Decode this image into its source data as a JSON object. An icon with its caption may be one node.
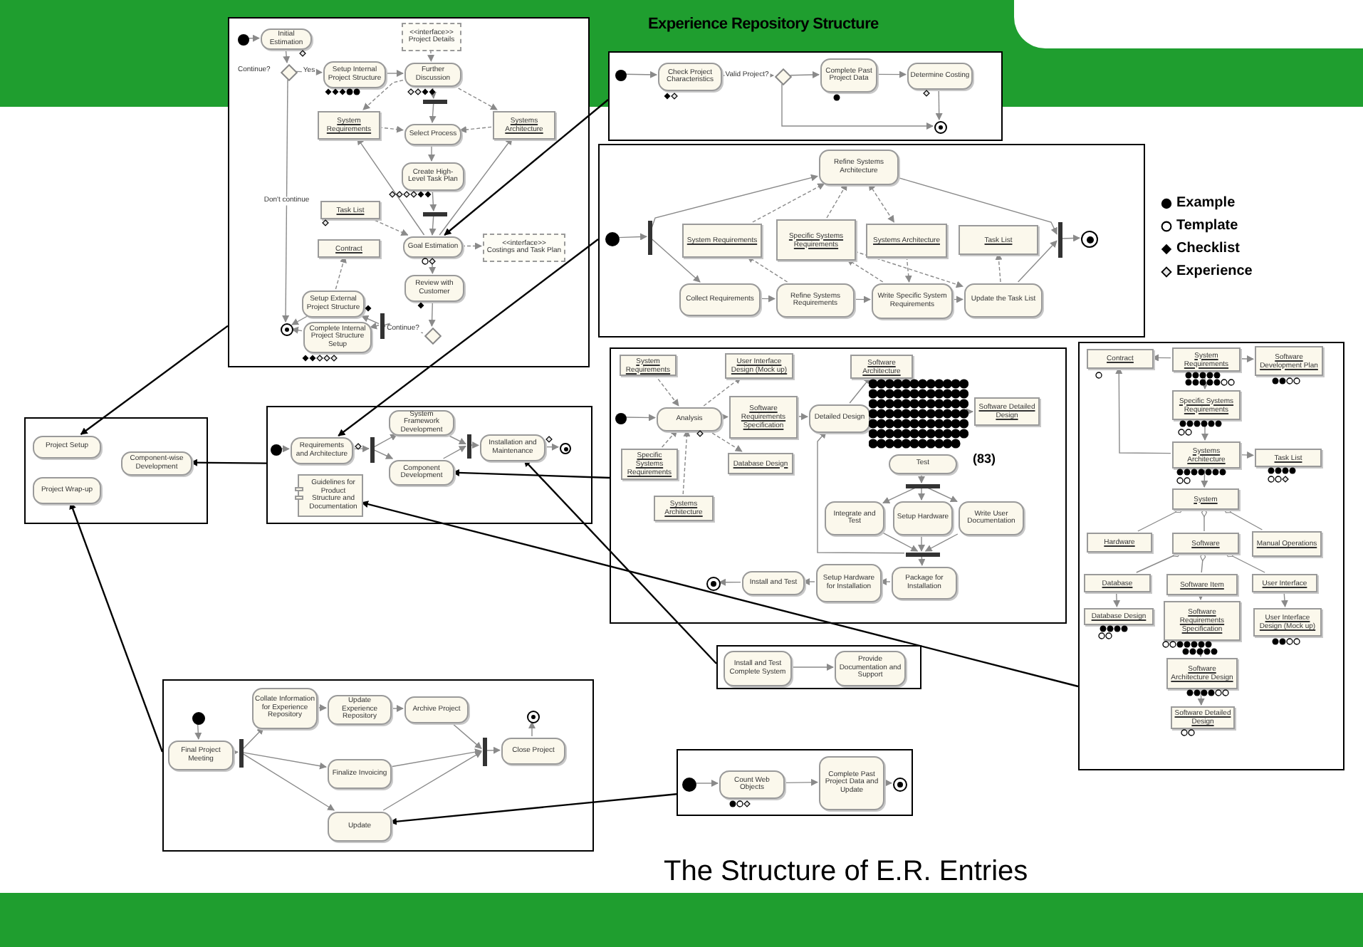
{
  "diagram": {
    "title": "Experience Repository Structure",
    "caption": "The Structure of E.R. Entries",
    "nodes": [
      {
        "text": [],
        "shape": "box"
      },
      {
        "text": [],
        "shape": "circle",
        "in": 0
      },
      {
        "text": [
          "Initial Estimation"
        ],
        "in": 0
      },
      {
        "text": [],
        "shape": "diamond",
        "in": 0,
        "beside": [
          "Continue?"
        ]
      },
      {
        "text": [
          "Setup Internal Project Structure"
        ],
        "in": 0
      },
      {
        "text": [
          "<<interface>>",
          "Project Details"
        ],
        "in": 0
      },
      {
        "text": [
          "Further Discussion"
        ],
        "in": 0
      },
      {
        "text": [],
        "shape": "bar",
        "in": 0
      },
      {
        "text": [
          "System Requirements"
        ],
        "in": 0
      },
      {
        "text": [
          "Select Process"
        ],
        "in": 0
      },
      {
        "text": [
          "Systems Architecture"
        ],
        "in": 0
      },
      {
        "text": [
          "Create High-Level Task Plan"
        ],
        "in": 0
      },
      {
        "text": [],
        "shape": "bar",
        "in": 0
      },
      {
        "text": [
          "Task List"
        ],
        "in": 0
      },
      {
        "text": [
          "Goal Estimation"
        ],
        "in": 0
      },
      {
        "text": [
          "<<interface>>",
          "Costings and Task Plan"
        ],
        "in": 0
      },
      {
        "text": [
          "Contract"
        ],
        "in": 0
      },
      {
        "text": [
          "Review with Customer"
        ],
        "in": 0
      },
      {
        "text": [
          "Setup External Project Structure"
        ],
        "in": 0
      },
      {
        "text": [],
        "shape": "circle",
        "in": 0
      },
      {
        "text": [
          "Complete Internal Project Structure Setup"
        ],
        "in": 0
      },
      {
        "text": [],
        "shape": "bar",
        "in": 0
      },
      {
        "text": [],
        "shape": "diamond",
        "in": 0
      },
      {
        "text": [],
        "shape": "box"
      },
      {
        "text": [],
        "shape": "circle",
        "in": 23
      },
      {
        "text": [
          "Check Project Characteristics"
        ],
        "in": 23
      },
      {
        "text": [],
        "shape": "diamond",
        "in": 23
      },
      {
        "text": [
          "Complete Past Project Data"
        ],
        "in": 23
      },
      {
        "text": [
          "Determine Costing"
        ],
        "in": 23
      },
      {
        "text": [],
        "shape": "circle",
        "in": 23
      },
      {
        "text": [],
        "shape": "box"
      },
      {
        "text": [
          "Refine Systems Architecture"
        ],
        "in": 30
      },
      {
        "text": [],
        "shape": "circle",
        "in": 30
      },
      {
        "text": [],
        "shape": "bar",
        "in": 30
      },
      {
        "text": [
          "System Requirements"
        ],
        "in": 30
      },
      {
        "text": [
          "Specific Systems Requirements"
        ],
        "in": 30
      },
      {
        "text": [
          "Systems Architecture"
        ],
        "in": 30
      },
      {
        "text": [
          "Task List"
        ],
        "in": 30
      },
      {
        "text": [],
        "shape": "bar",
        "in": 30
      },
      {
        "text": [],
        "shape": "circle",
        "in": 30
      },
      {
        "text": [
          "Collect Requirements"
        ],
        "in": 30
      },
      {
        "text": [
          "Refine Systems Requirements"
        ],
        "in": 30
      },
      {
        "text": [
          "Write Specific System Requirements"
        ],
        "in": 30
      },
      {
        "text": [
          "Update the Task List"
        ],
        "in": 30
      },
      {
        "text": [],
        "shape": "box"
      },
      {
        "text": [
          "Project Setup"
        ],
        "in": 44
      },
      {
        "text": [
          "Project Wrap-up"
        ],
        "in": 44
      },
      {
        "text": [
          "Component-wise Development"
        ],
        "in": 44
      },
      {
        "text": [],
        "shape": "box"
      },
      {
        "text": [],
        "shape": "circle",
        "in": 48
      },
      {
        "text": [
          "Requirements and Architecture"
        ],
        "in": 48
      },
      {
        "text": [],
        "shape": "bar",
        "in": 48
      },
      {
        "text": [
          "System Framework Development"
        ],
        "in": 48
      },
      {
        "text": [
          "Component Development"
        ],
        "in": 48
      },
      {
        "text": [],
        "shape": "bar",
        "in": 48
      },
      {
        "text": [
          "Installation and Maintenance"
        ],
        "in": 48
      },
      {
        "text": [],
        "shape": "circle",
        "in": 48
      },
      {
        "text": [
          "Guidelines for Product Structure and Documentation"
        ],
        "in": 48
      },
      {
        "text": [],
        "shape": "box"
      },
      {
        "text": [
          "System Requirements"
        ],
        "in": 58
      },
      {
        "text": [
          "User Interface Design (Mock up)"
        ],
        "in": 58
      },
      {
        "text": [
          "Software Architecture"
        ],
        "in": 58
      },
      {
        "text": [],
        "shape": "circle",
        "in": 58
      },
      {
        "text": [
          "Analysis"
        ],
        "in": 58
      },
      {
        "text": [
          "Software Requirements Specification"
        ],
        "in": 58
      },
      {
        "text": [
          "Detailed Design"
        ],
        "in": 58
      },
      {
        "text": [
          "Software Detailed Design"
        ],
        "in": 58
      },
      {
        "text": [
          "Database Design"
        ],
        "in": 58
      },
      {
        "text": [
          "Specific Systems Requirements"
        ],
        "in": 58
      },
      {
        "text": [
          "Systems Architecture"
        ],
        "in": 58
      },
      {
        "text": [
          "Test"
        ],
        "in": 58
      },
      {
        "text": [],
        "shape": "bar",
        "in": 58
      },
      {
        "text": [
          "Integrate and Test"
        ],
        "in": 58
      },
      {
        "text": [
          "Setup Hardware"
        ],
        "in": 58
      },
      {
        "text": [
          "Write User Documentation"
        ],
        "in": 58
      },
      {
        "text": [],
        "shape": "bar",
        "in": 58
      },
      {
        "text": [
          "Package for Installation"
        ],
        "in": 58
      },
      {
        "text": [
          "Setup Hardware for Installation"
        ],
        "in": 58
      },
      {
        "text": [
          "Install and Test"
        ],
        "in": 58
      },
      {
        "text": [],
        "shape": "circle",
        "in": 58
      },
      {
        "text": [],
        "shape": "box"
      },
      {
        "text": [
          "Contract"
        ],
        "in": 80
      },
      {
        "text": [
          "System Requirements"
        ],
        "in": 80
      },
      {
        "text": [
          "Software Development Plan"
        ],
        "in": 80
      },
      {
        "text": [
          "Specific Systems Requirements"
        ],
        "in": 80
      },
      {
        "text": [
          "Systems Architecture"
        ],
        "in": 80
      },
      {
        "text": [
          "Task List"
        ],
        "in": 80
      },
      {
        "text": [
          "System"
        ],
        "in": 80
      },
      {
        "text": [
          "Hardware"
        ],
        "in": 80
      },
      {
        "text": [
          "Software"
        ],
        "in": 80
      },
      {
        "text": [
          "Manual Operations"
        ],
        "in": 80
      },
      {
        "text": [
          "Database"
        ],
        "in": 80
      },
      {
        "text": [
          "Software Item"
        ],
        "in": 80
      },
      {
        "text": [
          "User Interface"
        ],
        "in": 80
      },
      {
        "text": [
          "Database Design"
        ],
        "in": 80
      },
      {
        "text": [
          "Software Requirements Specification"
        ],
        "in": 80
      },
      {
        "text": [
          "User Interface Design (Mock up)"
        ],
        "in": 80
      },
      {
        "text": [
          "Software Architecture Design"
        ],
        "in": 80
      },
      {
        "text": [
          "Software Detailed Design"
        ],
        "in": 80
      },
      {
        "text": [],
        "shape": "box"
      },
      {
        "text": [],
        "shape": "circle",
        "in": 99
      },
      {
        "text": [
          "Final Project Meeting"
        ],
        "in": 99
      },
      {
        "text": [],
        "shape": "bar",
        "in": 99
      },
      {
        "text": [
          "Collate Information for Experience Repository"
        ],
        "in": 99
      },
      {
        "text": [
          "Update Experience Repository"
        ],
        "in": 99
      },
      {
        "text": [
          "Archive Project"
        ],
        "in": 99
      },
      {
        "text": [
          "Finalize Invoicing"
        ],
        "in": 99
      },
      {
        "text": [
          "Update"
        ],
        "in": 99
      },
      {
        "text": [],
        "shape": "bar",
        "in": 99
      },
      {
        "text": [
          "Close Project"
        ],
        "in": 99
      },
      {
        "text": [],
        "shape": "circle",
        "in": 99
      },
      {
        "text": [],
        "shape": "box"
      },
      {
        "text": [
          "Install and Test Complete System"
        ],
        "in": 111
      },
      {
        "text": [
          "Provide Documentation and Support"
        ],
        "in": 111
      },
      {
        "text": [],
        "shape": "box"
      },
      {
        "text": [],
        "shape": "circle",
        "in": 114
      },
      {
        "text": [
          "Count Web Objects"
        ],
        "in": 114
      },
      {
        "text": [
          "Complete Past Project Data and Update"
        ],
        "in": 114
      },
      {
        "text": [],
        "shape": "circle",
        "in": 114
      }
    ],
    "edges": [
      {
        "from": 1,
        "to": 2,
        "arrow": "to"
      },
      {
        "from": 2,
        "to": 3,
        "arrow": "to"
      },
      {
        "from": 3,
        "to": 4,
        "arrow": "to",
        "label": "Yes"
      },
      {
        "from": 4,
        "to": 6,
        "arrow": "to"
      },
      {
        "from": 5,
        "to": 6,
        "arrow": "to",
        "style": "dashed"
      },
      {
        "from": 6,
        "to": 7,
        "arrow": "to"
      },
      {
        "from": 7,
        "to": 9,
        "arrow": "to"
      },
      {
        "from": 6,
        "to": 8,
        "arrow": "to",
        "style": "dashed"
      },
      {
        "from": 6,
        "to": 10,
        "arrow": "to",
        "style": "dashed"
      },
      {
        "from": 8,
        "to": 9,
        "arrow": "to",
        "style": "dashed"
      },
      {
        "from": 10,
        "to": 9,
        "arrow": "to",
        "style": "dashed"
      },
      {
        "from": 9,
        "to": 11,
        "arrow": "to"
      },
      {
        "from": 11,
        "to": 12,
        "arrow": "to"
      },
      {
        "from": 12,
        "to": 14,
        "arrow": "to"
      },
      {
        "from": 14,
        "to": 8,
        "arrow": "to"
      },
      {
        "from": 14,
        "to": 10,
        "arrow": "to"
      },
      {
        "from": 13,
        "to": 14,
        "arrow": "to",
        "style": "dashed"
      },
      {
        "from": 14,
        "to": 15,
        "arrow": "to",
        "style": "dashed"
      },
      {
        "from": 14,
        "to": 17,
        "arrow": "to"
      },
      {
        "from": 17,
        "to": 22,
        "arrow": "to"
      },
      {
        "from": 22,
        "to": 21,
        "arrow": "to",
        "label": "Continue?"
      },
      {
        "from": 21,
        "to": 18,
        "arrow": "to"
      },
      {
        "from": 21,
        "to": 20,
        "arrow": "to"
      },
      {
        "from": 18,
        "to": 16,
        "arrow": "to",
        "style": "dashed"
      },
      {
        "from": 18,
        "to": 19,
        "arrow": "to"
      },
      {
        "from": 20,
        "to": 19,
        "arrow": "to"
      },
      {
        "from": 3,
        "to": 19,
        "arrow": "to",
        "label": "Don't continue"
      },
      {
        "from": 24,
        "to": 25,
        "arrow": "to"
      },
      {
        "from": 25,
        "to": 26,
        "arrow": "to",
        "label": "Valid Project?"
      },
      {
        "from": 26,
        "to": 27,
        "arrow": "to"
      },
      {
        "from": 27,
        "to": 28,
        "arrow": "to"
      },
      {
        "from": 28,
        "to": 29,
        "arrow": "to"
      },
      {
        "from": 26,
        "to": 29,
        "arrow": "to"
      },
      {
        "from": 32,
        "to": 33,
        "arrow": "to"
      },
      {
        "from": 33,
        "to": 31,
        "arrow": "to"
      },
      {
        "from": 33,
        "to": 40,
        "arrow": "to"
      },
      {
        "from": 40,
        "to": 41,
        "arrow": "to"
      },
      {
        "from": 41,
        "to": 42,
        "arrow": "to"
      },
      {
        "from": 42,
        "to": 43,
        "arrow": "to"
      },
      {
        "from": 43,
        "to": 38,
        "arrow": "to"
      },
      {
        "from": 31,
        "to": 38,
        "arrow": "to"
      },
      {
        "from": 38,
        "to": 39,
        "arrow": "to"
      },
      {
        "from": 34,
        "to": 31,
        "arrow": "to",
        "style": "dashed"
      },
      {
        "from": 35,
        "to": 31,
        "arrow": "to",
        "style": "dashed"
      },
      {
        "from": 31,
        "to": 36,
        "arrow": "both",
        "style": "dashed"
      },
      {
        "from": 41,
        "to": 34,
        "arrow": "to",
        "style": "dashed"
      },
      {
        "from": 42,
        "to": 35,
        "arrow": "to",
        "style": "dashed"
      },
      {
        "from": 36,
        "to": 42,
        "arrow": "to",
        "style": "dashed"
      },
      {
        "from": 35,
        "to": 43,
        "arrow": "to",
        "style": "dashed"
      },
      {
        "from": 43,
        "to": 37,
        "arrow": "to",
        "style": "dashed"
      },
      {
        "from": 49,
        "to": 50,
        "arrow": "to"
      },
      {
        "from": 50,
        "to": 51,
        "arrow": "to"
      },
      {
        "from": 51,
        "to": 52,
        "arrow": "to"
      },
      {
        "from": 51,
        "to": 53,
        "arrow": "to"
      },
      {
        "from": 52,
        "to": 54,
        "arrow": "to"
      },
      {
        "from": 53,
        "to": 54,
        "arrow": "to"
      },
      {
        "from": 54,
        "to": 55,
        "arrow": "to"
      },
      {
        "from": 55,
        "to": 56,
        "arrow": "to"
      },
      {
        "from": 62,
        "to": 63,
        "arrow": "to"
      },
      {
        "from": 59,
        "to": 63,
        "arrow": "to",
        "style": "dashed"
      },
      {
        "from": 68,
        "to": 63,
        "arrow": "to",
        "style": "dashed"
      },
      {
        "from": 69,
        "to": 63,
        "arrow": "to",
        "style": "dashed"
      },
      {
        "from": 63,
        "to": 60,
        "arrow": "to",
        "style": "dashed"
      },
      {
        "from": 63,
        "to": 64,
        "arrow": "to"
      },
      {
        "from": 63,
        "to": 67,
        "arrow": "to",
        "style": "dashed"
      },
      {
        "from": 64,
        "to": 65,
        "arrow": "to"
      },
      {
        "from": 65,
        "to": 61,
        "arrow": "to"
      },
      {
        "from": 65,
        "to": 66,
        "arrow": "to",
        "style": "dashed"
      },
      {
        "from": 70,
        "to": 71,
        "arrow": "to"
      },
      {
        "from": 71,
        "to": 72,
        "arrow": "to"
      },
      {
        "from": 71,
        "to": 73,
        "arrow": "to"
      },
      {
        "from": 71,
        "to": 74,
        "arrow": "to"
      },
      {
        "from": 72,
        "to": 75,
        "arrow": "to"
      },
      {
        "from": 73,
        "to": 75,
        "arrow": "to"
      },
      {
        "from": 74,
        "to": 75,
        "arrow": "to"
      },
      {
        "from": 75,
        "to": 65,
        "arrow": "to"
      },
      {
        "from": 75,
        "to": 76,
        "arrow": "to"
      },
      {
        "from": 76,
        "to": 77,
        "arrow": "to"
      },
      {
        "from": 77,
        "to": 78,
        "arrow": "to"
      },
      {
        "from": 78,
        "to": 79,
        "arrow": "to"
      },
      {
        "from": 82,
        "to": 81,
        "arrow": "to"
      },
      {
        "from": 82,
        "to": 83,
        "arrow": "to"
      },
      {
        "from": 82,
        "to": 84,
        "arrow": "to"
      },
      {
        "from": 84,
        "to": 85,
        "arrow": "to"
      },
      {
        "from": 85,
        "to": 81,
        "arrow": "to"
      },
      {
        "from": 85,
        "to": 86,
        "arrow": "to"
      },
      {
        "from": 85,
        "to": 87,
        "arrow": "to"
      },
      {
        "from": 87,
        "to": 88,
        "arrow": "other"
      },
      {
        "from": 87,
        "to": 89,
        "arrow": "other"
      },
      {
        "from": 87,
        "to": 90,
        "arrow": "other"
      },
      {
        "from": 89,
        "to": 91,
        "arrow": "other"
      },
      {
        "from": 89,
        "to": 92,
        "arrow": "other"
      },
      {
        "from": 89,
        "to": 93,
        "arrow": "other"
      },
      {
        "from": 91,
        "to": 94,
        "arrow": "to"
      },
      {
        "from": 92,
        "to": 95,
        "arrow": "to"
      },
      {
        "from": 93,
        "to": 96,
        "arrow": "to"
      },
      {
        "from": 95,
        "to": 97,
        "arrow": "to"
      },
      {
        "from": 97,
        "to": 98,
        "arrow": "to"
      },
      {
        "from": 100,
        "to": 101,
        "arrow": "to"
      },
      {
        "from": 101,
        "to": 102,
        "arrow": "to"
      },
      {
        "from": 102,
        "to": 103,
        "arrow": "to"
      },
      {
        "from": 102,
        "to": 106,
        "arrow": "to"
      },
      {
        "from": 102,
        "to": 107,
        "arrow": "to"
      },
      {
        "from": 103,
        "to": 104,
        "arrow": "to"
      },
      {
        "from": 104,
        "to": 105,
        "arrow": "to"
      },
      {
        "from": 105,
        "to": 108,
        "arrow": "to"
      },
      {
        "from": 106,
        "to": 108,
        "arrow": "to"
      },
      {
        "from": 107,
        "to": 108,
        "arrow": "to"
      },
      {
        "from": 108,
        "to": 109,
        "arrow": "to"
      },
      {
        "from": 109,
        "to": 110,
        "arrow": "to"
      },
      {
        "from": 112,
        "to": 113,
        "arrow": "to"
      },
      {
        "from": 115,
        "to": 116,
        "arrow": "to"
      },
      {
        "from": 116,
        "to": 117,
        "arrow": "to"
      },
      {
        "from": 117,
        "to": 118,
        "arrow": "to"
      },
      {
        "from": 0,
        "to": 45,
        "arrow": "to",
        "color": "#000000"
      },
      {
        "from": 23,
        "to": 14,
        "arrow": "to",
        "color": "#000000"
      },
      {
        "from": 30,
        "to": 50,
        "arrow": "to",
        "color": "#000000"
      },
      {
        "from": 48,
        "to": 47,
        "arrow": "to",
        "color": "#000000"
      },
      {
        "from": 58,
        "to": 53,
        "arrow": "to",
        "color": "#000000"
      },
      {
        "from": 111,
        "to": 55,
        "arrow": "to",
        "color": "#000000"
      },
      {
        "from": 80,
        "to": 57,
        "arrow": "to",
        "color": "#000000"
      },
      {
        "from": 99,
        "to": 46,
        "arrow": "to",
        "color": "#000000"
      },
      {
        "from": 114,
        "to": 107,
        "arrow": "to",
        "color": "#000000"
      }
    ],
    "labels": [
      "(83)"
    ],
    "legend": [
      {
        "text": "Example"
      },
      {
        "text": "Template"
      },
      {
        "text": "Checklist"
      },
      {
        "text": "Experience"
      }
    ]
  }
}
